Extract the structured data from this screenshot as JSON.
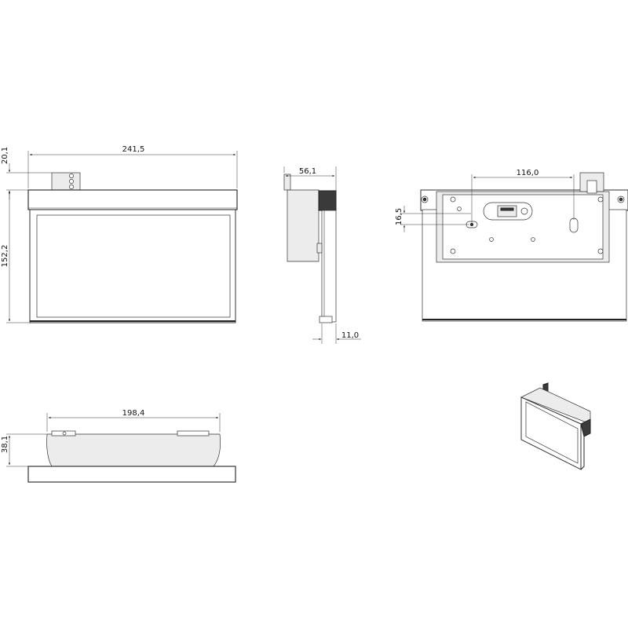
{
  "dimensions": {
    "front_width": "241,5",
    "top_block_height": "20,1",
    "front_height": "152,2",
    "side_depth": "56,1",
    "side_plate": "11,0",
    "back_hole_spacing": "116,0",
    "back_hole_offset": "16,5",
    "bottom_width": "198,4",
    "bottom_depth": "38,1"
  }
}
